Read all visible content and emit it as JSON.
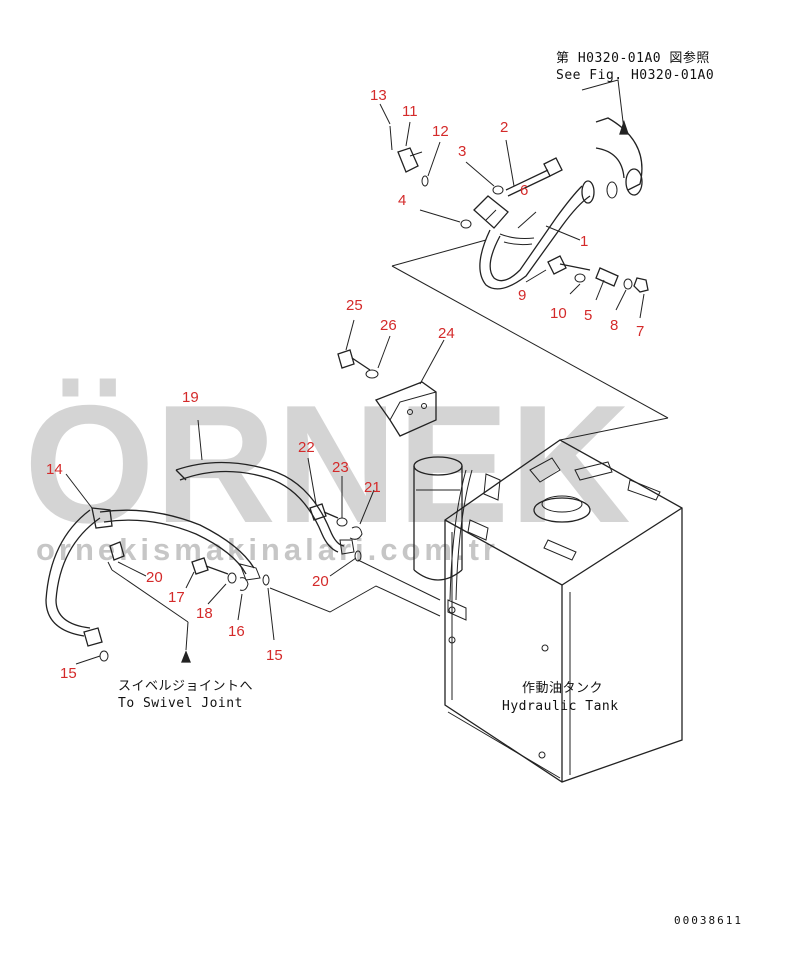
{
  "watermark": {
    "brand": "ÖRNEK",
    "url": "ornekismakinalari.com.tr"
  },
  "callouts": {
    "top_ref_jp": "第 H0320-01A0 図参照",
    "top_ref_en": "See Fig. H0320-01A0",
    "swivel_jp": "スイベルジョイントへ",
    "swivel_en": "To Swivel Joint",
    "tank_jp": "作動油タンク",
    "tank_en": "Hydraulic Tank"
  },
  "drawing_id": "00038611",
  "parts": [
    {
      "n": "1"
    },
    {
      "n": "2"
    },
    {
      "n": "3"
    },
    {
      "n": "4"
    },
    {
      "n": "5"
    },
    {
      "n": "6"
    },
    {
      "n": "7"
    },
    {
      "n": "8"
    },
    {
      "n": "9"
    },
    {
      "n": "10"
    },
    {
      "n": "11"
    },
    {
      "n": "12"
    },
    {
      "n": "13"
    },
    {
      "n": "14"
    },
    {
      "n": "15"
    },
    {
      "n": "15"
    },
    {
      "n": "16"
    },
    {
      "n": "17"
    },
    {
      "n": "18"
    },
    {
      "n": "19"
    },
    {
      "n": "20"
    },
    {
      "n": "20"
    },
    {
      "n": "21"
    },
    {
      "n": "22"
    },
    {
      "n": "23"
    },
    {
      "n": "24"
    },
    {
      "n": "25"
    },
    {
      "n": "26"
    }
  ],
  "colors": {
    "label_red": "#d42a2a",
    "line": "#222222",
    "watermark": "#c9c9c9"
  }
}
